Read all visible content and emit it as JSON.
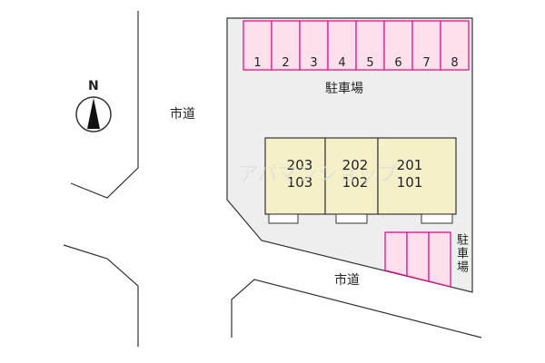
{
  "compass": {
    "north_label": "N"
  },
  "roads": {
    "upper_label": "市道",
    "lower_label": "市道"
  },
  "parking_top": {
    "label": "駐車場",
    "slots": [
      "1",
      "2",
      "3",
      "4",
      "5",
      "6",
      "7",
      "8"
    ],
    "slot_color": "#e6007e",
    "slot_fill": "#fde0ec"
  },
  "parking_bottom": {
    "label": "駐車場"
  },
  "building": {
    "fill": "#f5f0c8",
    "units": [
      {
        "upper": "203",
        "lower": "103"
      },
      {
        "upper": "202",
        "lower": "102"
      },
      {
        "upper": "201",
        "lower": "101"
      }
    ]
  },
  "colors": {
    "lot": "#eeeeee",
    "road_line": "#333333"
  },
  "watermark": "アパマンショップ"
}
